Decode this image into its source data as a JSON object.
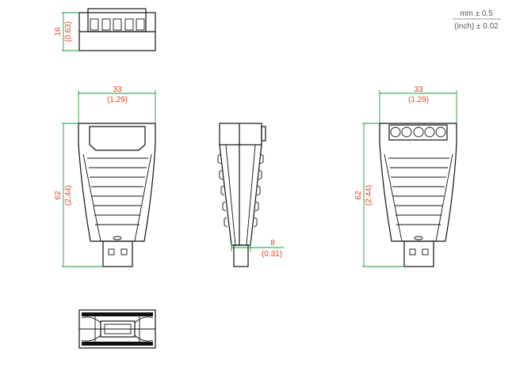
{
  "tolerance": {
    "mm": "mm ± 0.5",
    "inch": "(inch) ± 0.02"
  },
  "dimensions": {
    "top_height": {
      "mm": "16",
      "inch": "(0.63)"
    },
    "front_width": {
      "mm": "33",
      "inch": "(1.29)"
    },
    "front_length": {
      "mm": "62",
      "inch": "(2.44)"
    },
    "side_thickness": {
      "mm": "8",
      "inch": "(0.31)"
    },
    "rear_width": {
      "mm": "33",
      "inch": "(1.29)"
    },
    "rear_length": {
      "mm": "62",
      "inch": "(2.44)"
    }
  },
  "colors": {
    "dimension_line": "#1a9a3a",
    "dimension_text": "#e8401c"
  }
}
